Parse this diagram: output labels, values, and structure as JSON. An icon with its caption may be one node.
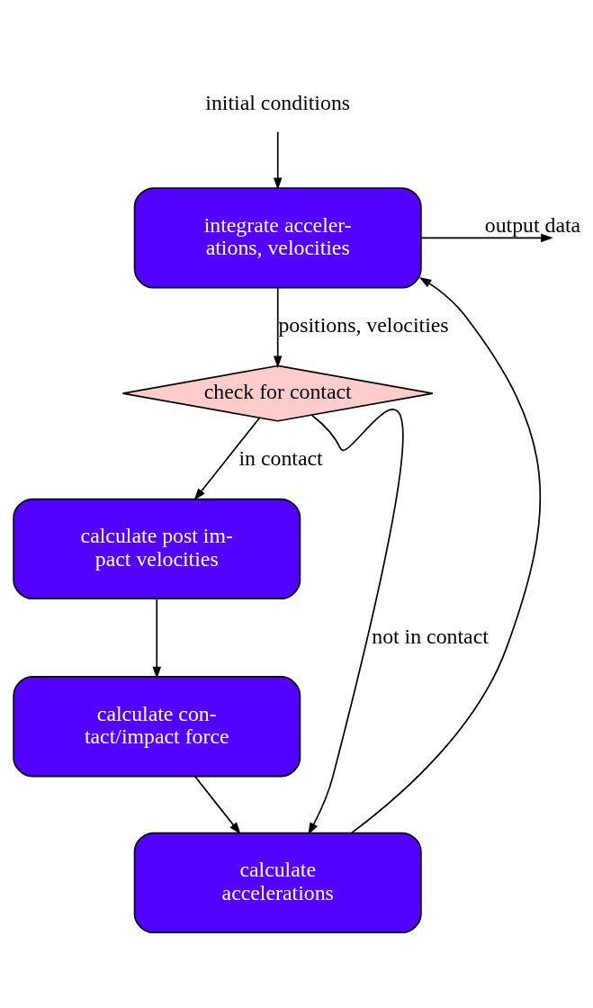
{
  "diagram": {
    "nodes": [
      {
        "text": [
          "initial conditions"
        ]
      },
      {
        "text": [
          "integrate acceler- ations, velocities"
        ]
      },
      {
        "text": [
          "check for contact"
        ]
      },
      {
        "text": [
          "calculate post im- pact velocities"
        ]
      },
      {
        "text": [
          "calculate con- tact/impact force"
        ]
      },
      {
        "text": [
          "calculate accelerations"
        ]
      }
    ],
    "edges": [
      {
        "from": 0,
        "to": 1,
        "arrow": "to"
      },
      {
        "from": 1,
        "to": null,
        "arrow": "to",
        "label": "output data"
      },
      {
        "from": 1,
        "to": 2,
        "arrow": "to",
        "label": "positions, velocities"
      },
      {
        "from": 2,
        "to": 3,
        "arrow": "to",
        "label": "in contact"
      },
      {
        "from": 2,
        "to": 5,
        "arrow": "to",
        "label": "not in contact"
      },
      {
        "from": 3,
        "to": 4,
        "arrow": "to"
      },
      {
        "from": 4,
        "to": 5,
        "arrow": "to"
      },
      {
        "from": 5,
        "to": 1,
        "arrow": "to"
      }
    ]
  }
}
